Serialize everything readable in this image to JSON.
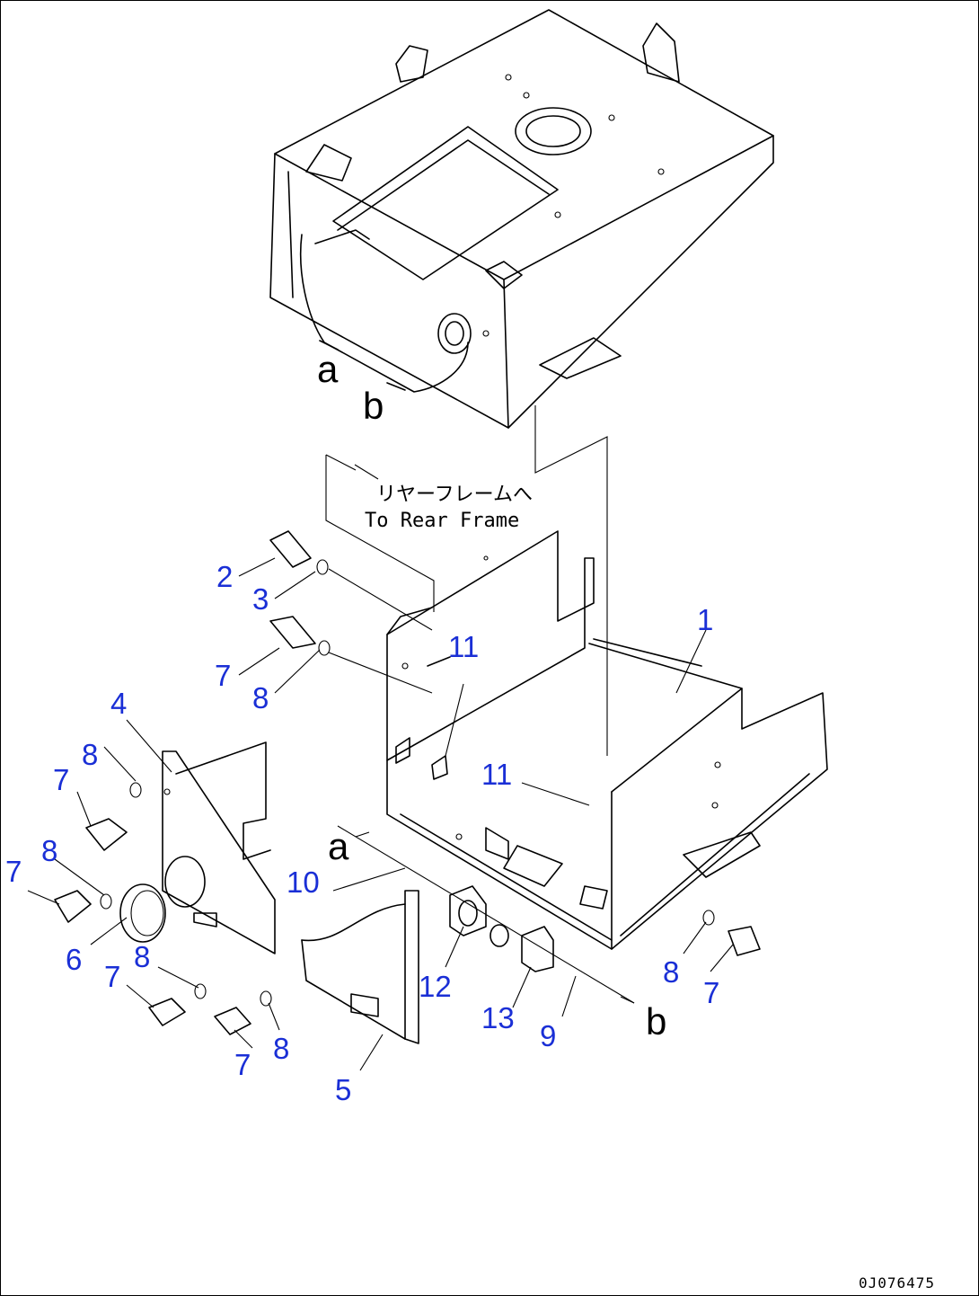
{
  "callouts": {
    "c1": "1",
    "c2": "2",
    "c3": "3",
    "c4": "4",
    "c5": "5",
    "c6": "6",
    "c7": "7",
    "c8": "8",
    "c9": "9",
    "c10": "10",
    "c11": "11",
    "c12": "12",
    "c13": "13"
  },
  "refs": {
    "a": "a",
    "b": "b"
  },
  "note": {
    "jp": "リヤーフレームへ",
    "en": "To Rear Frame"
  },
  "drawing_code": "0J076475",
  "colors": {
    "callout": "#1a2fd6",
    "line": "#000000",
    "background": "#ffffff"
  }
}
